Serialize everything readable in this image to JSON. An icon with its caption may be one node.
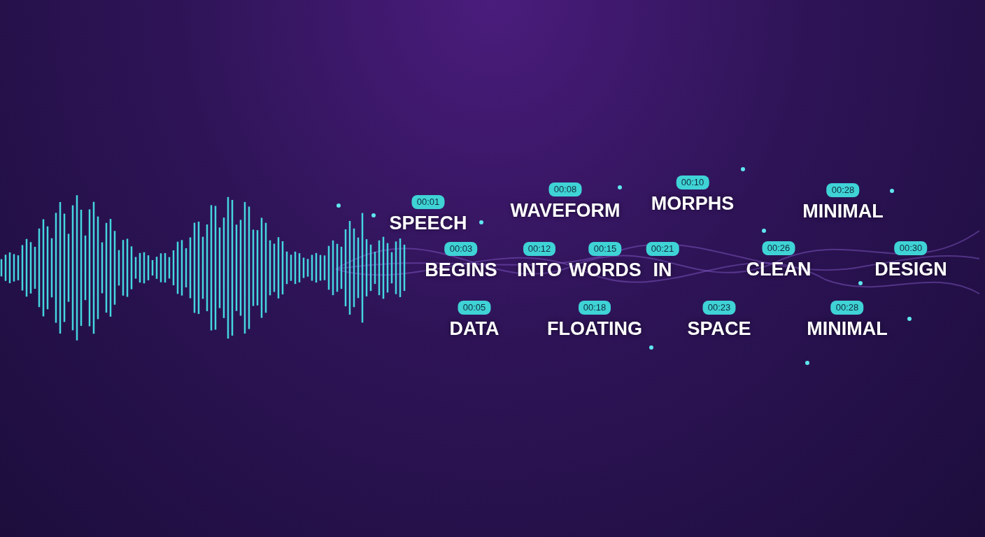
{
  "diagram": {
    "nodes": [
      {
        "text": [
          "00:01"
        ],
        "beside": [
          "SPEECH"
        ]
      },
      {
        "text": [
          "00:08"
        ],
        "beside": [
          "WAVEFORM"
        ]
      },
      {
        "text": [
          "00:10"
        ],
        "beside": [
          "MORPHS"
        ]
      },
      {
        "text": [
          "00:28"
        ],
        "beside": [
          "MINIMAL"
        ]
      },
      {
        "text": [
          "00:03"
        ],
        "beside": [
          "BEGINS"
        ]
      },
      {
        "text": [
          "00:12"
        ],
        "beside": [
          "INTO"
        ]
      },
      {
        "text": [
          "00:15"
        ],
        "beside": [
          "WORDS"
        ]
      },
      {
        "text": [
          "00:21"
        ],
        "beside": [
          "IN"
        ]
      },
      {
        "text": [
          "00:26"
        ],
        "beside": [
          "CLEAN"
        ]
      },
      {
        "text": [
          "00:30"
        ],
        "beside": [
          "DESIGN"
        ]
      },
      {
        "text": [
          "00:05"
        ],
        "beside": [
          "DATA"
        ]
      },
      {
        "text": [
          "00:18"
        ],
        "beside": [
          "FLOATING"
        ]
      },
      {
        "text": [
          "00:23"
        ],
        "beside": [
          "SPACE"
        ]
      },
      {
        "text": [
          "00:28"
        ],
        "beside": [
          "MINIMAL"
        ]
      }
    ]
  }
}
